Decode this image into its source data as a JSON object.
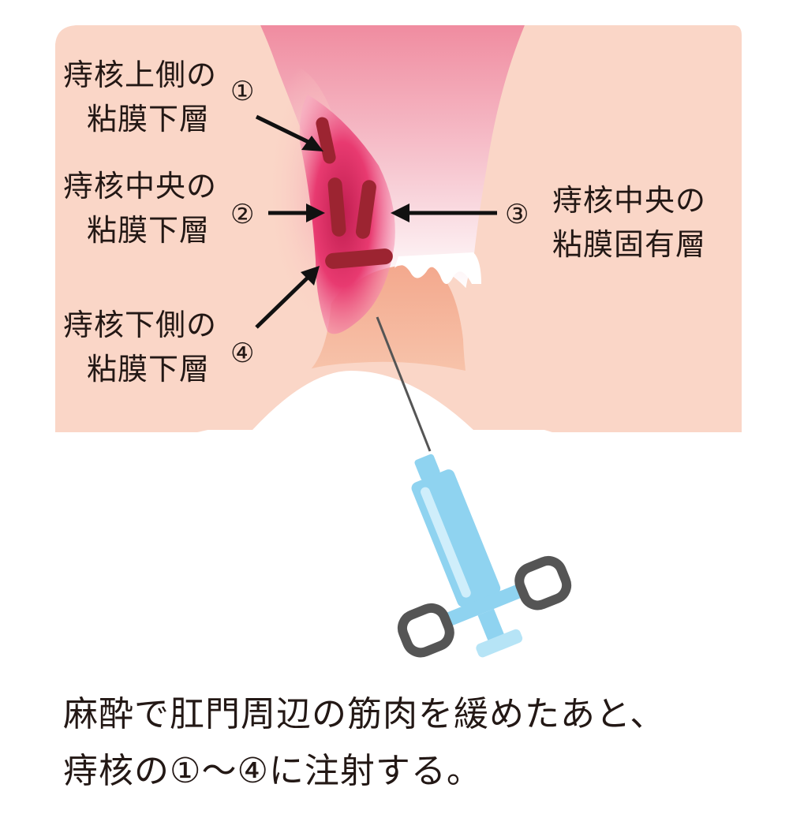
{
  "labels": {
    "l1": {
      "line1": "痔核上側の",
      "line2": "粘膜下層",
      "num": "①"
    },
    "l2": {
      "line1": "痔核中央の",
      "line2": "粘膜下層",
      "num": "②"
    },
    "l3": {
      "line1": "痔核中央の",
      "line2": "粘膜固有層",
      "num": "③"
    },
    "l4": {
      "line1": "痔核下側の",
      "line2": "粘膜下層",
      "num": "④"
    }
  },
  "caption": {
    "line1": "麻酔で肛門周辺の筋肉を緩めたあと、",
    "line2": "痔核の①～④に注射する。"
  },
  "colors": {
    "skin": "#fad6c7",
    "canal": "#f4a0ae",
    "hemorrhoid": "#e8336b",
    "injection_mark": "#9c2431",
    "syringe": "#8fd3f0",
    "handle": "#555555"
  }
}
